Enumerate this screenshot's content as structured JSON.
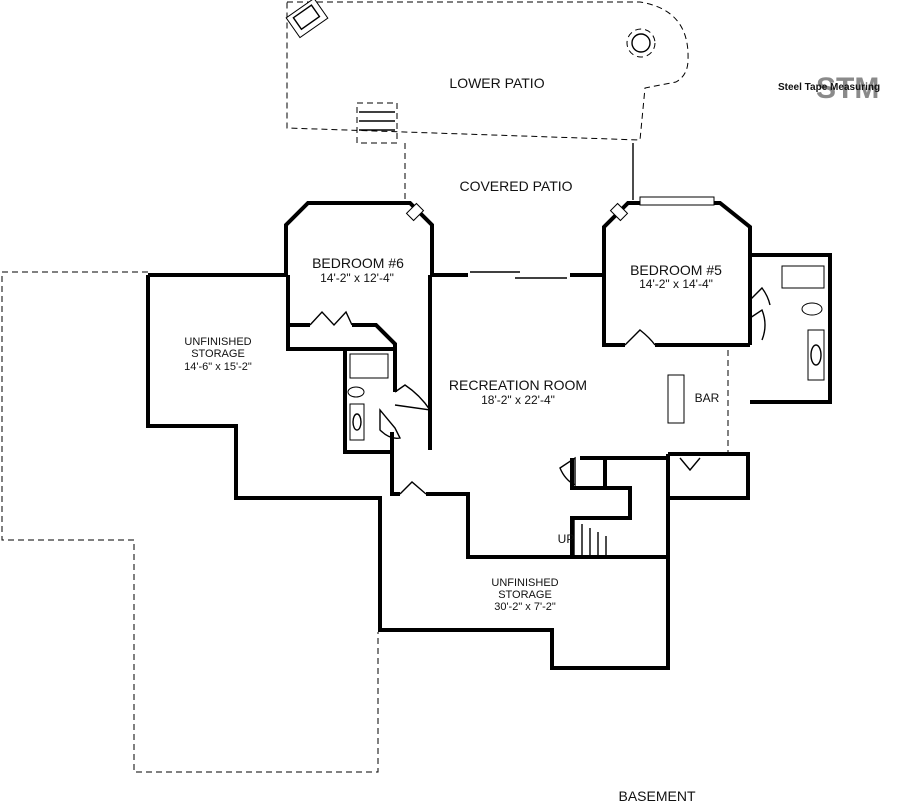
{
  "logo": {
    "text": "Steel Tape Measuring",
    "mark": "STM"
  },
  "rooms": {
    "lower_patio": {
      "name": "LOWER PATIO"
    },
    "covered_patio": {
      "name": "COVERED PATIO"
    },
    "bedroom6": {
      "name": "BEDROOM #6",
      "dims": "14'-2\" x 12'-4\""
    },
    "bedroom5": {
      "name": "BEDROOM #5",
      "dims": "14'-2\" x 14'-4\""
    },
    "unfinished_storage_west": {
      "line1": "UNFINISHED",
      "line2": "STORAGE",
      "dims": "14'-6\" x 15'-2\""
    },
    "recreation": {
      "name": "RECREATION ROOM",
      "dims": "18'-2\" x 22'-4\""
    },
    "bar": {
      "name": "BAR"
    },
    "stairs": {
      "label": "UP"
    },
    "unfinished_storage_south": {
      "line1": "UNFINISHED",
      "line2": "STORAGE",
      "dims": "30'-2\" x 7'-2\""
    }
  },
  "floor": {
    "label": "BASEMENT"
  }
}
